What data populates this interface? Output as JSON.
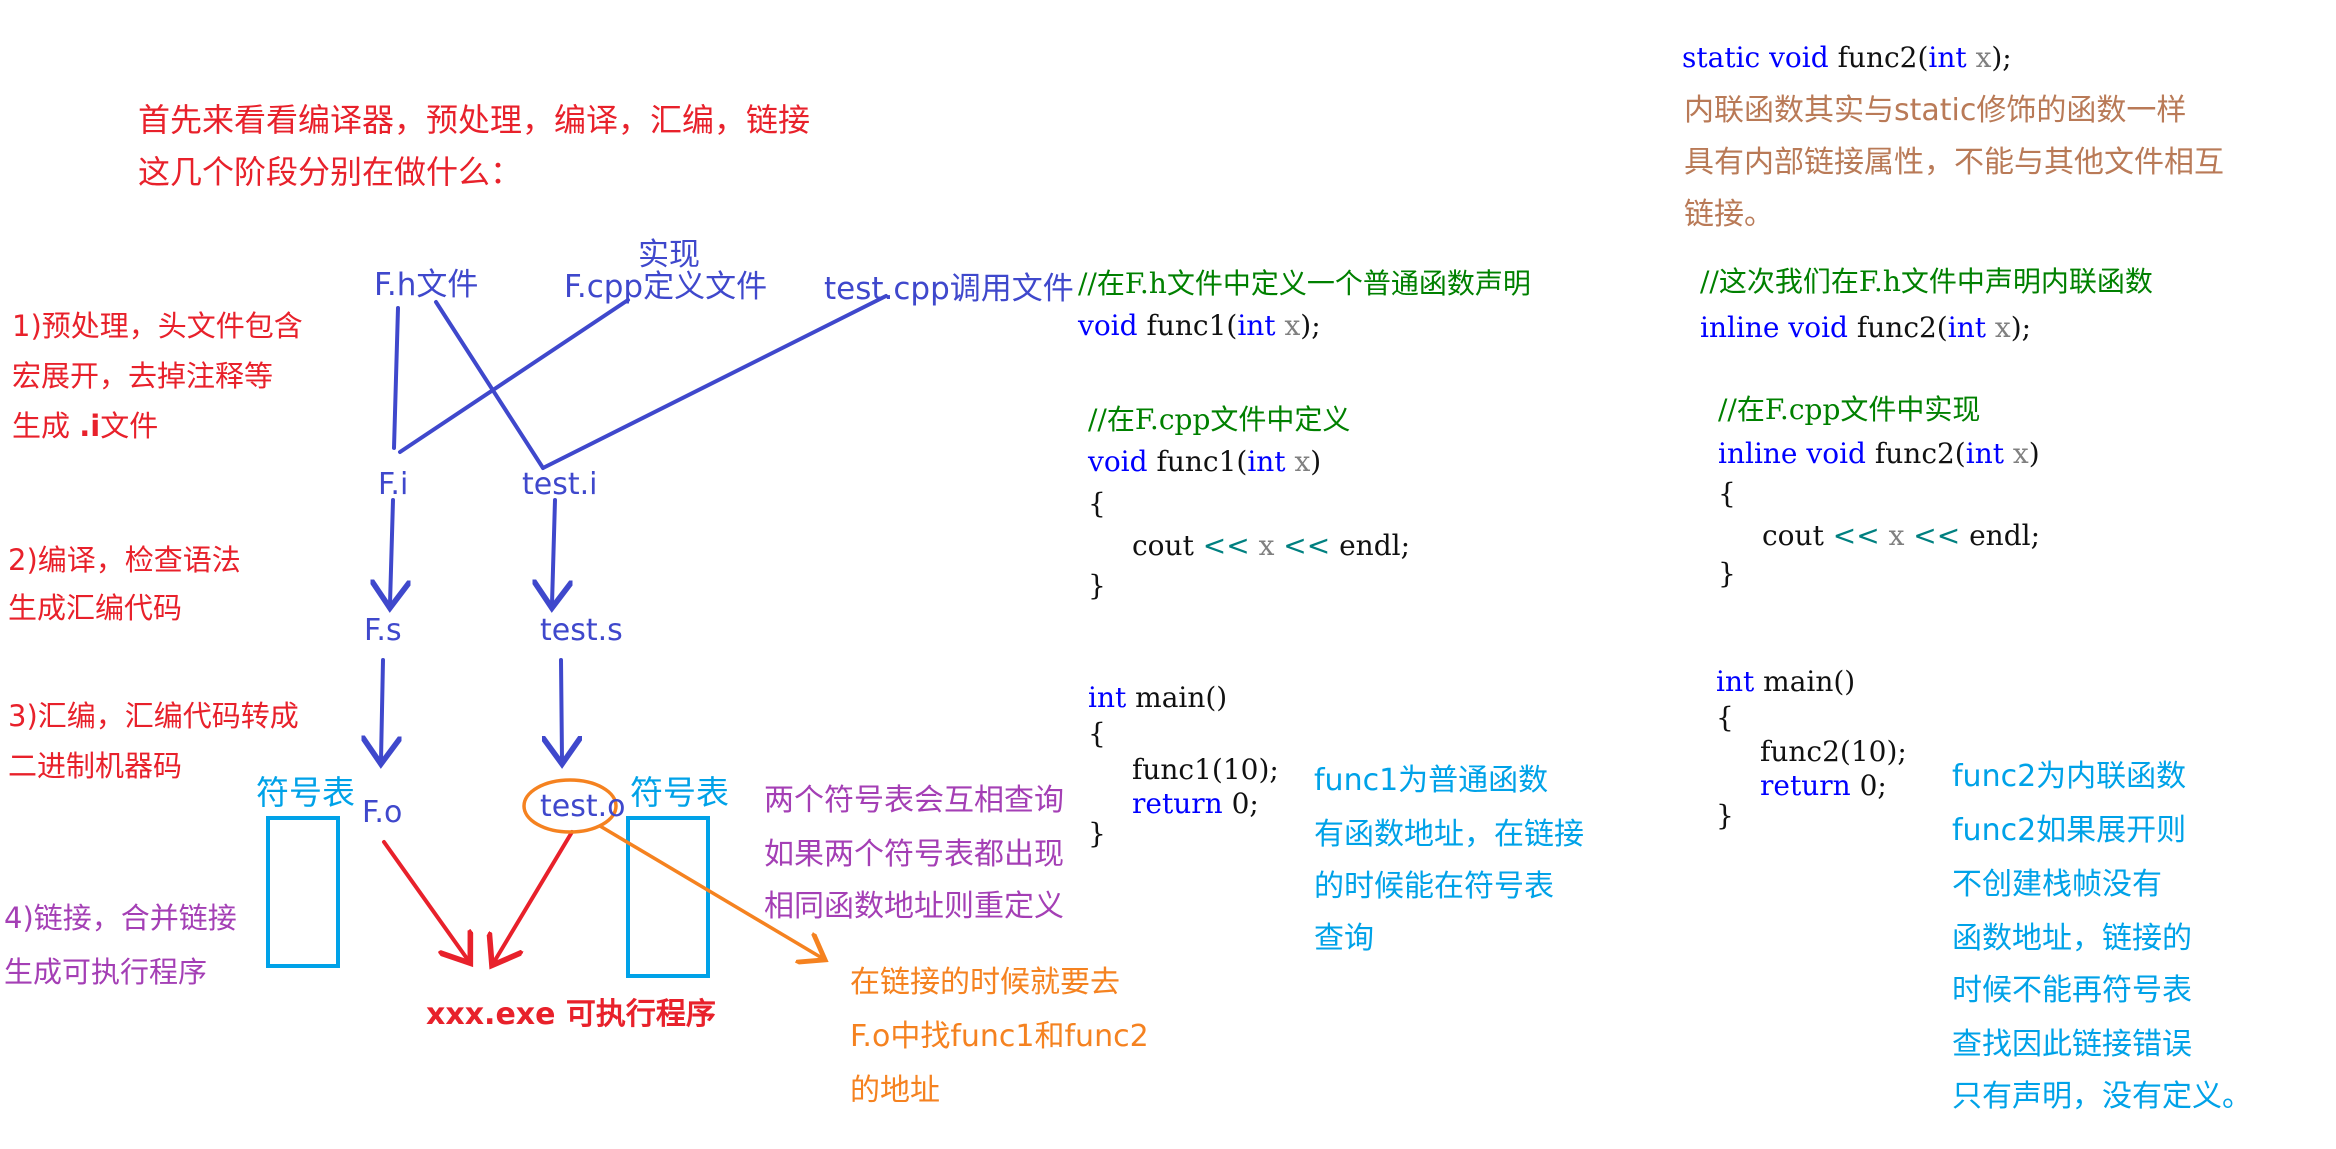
{
  "intro": {
    "line1": "首先来看看编译器，预处理，编译，汇编，链接",
    "line2": "这几个阶段分别在做什么："
  },
  "stages": {
    "pre1": "1)预处理，头文件包含",
    "pre2": "宏展开，去掉注释等",
    "pre3a": "生成 ",
    "pre3b": ".i",
    "pre3c": "文件",
    "compile1": "2)编译，检查语法",
    "compile2": "生成汇编代码",
    "asm1": "3)汇编，汇编代码转成",
    "asm2": "二进制机器码",
    "link1": "4)链接，合并链接",
    "link2": "生成可执行程序"
  },
  "files": {
    "fh": "F.h文件",
    "impl": "实现",
    "fcpp": "F.cpp定义文件",
    "testcpp": "test.cpp调用文件",
    "fi": "F.i",
    "testi": "test.i",
    "fs": "F.s",
    "tests": "test.s",
    "fo": "F.o",
    "testo": "test.o",
    "symtab_left": "符号表",
    "symtab_right": "符号表"
  },
  "exe": "xxx.exe 可执行程序",
  "symbol_note": {
    "l1": "两个符号表会互相查询",
    "l2": "如果两个符号表都出现",
    "l3": "相同函数地址则重定义"
  },
  "link_note": {
    "l1": "在链接的时候就要去",
    "l2": "F.o中找func1和func2",
    "l3": "的地址"
  },
  "func1_note": {
    "l1": "func1为普通函数",
    "l2": "有函数地址，在链接",
    "l3": "的时候能在符号表",
    "l4": "查询"
  },
  "func2_note": {
    "l1": "func2为内联函数",
    "l2": "func2如果展开则",
    "l3": "不创建栈帧没有",
    "l4": "函数地址，链接的",
    "l5": "时候不能再符号表",
    "l6": "查找因此链接错误",
    "l7": "只有声明，没有定义。"
  },
  "static_note": {
    "code_static": "static",
    "code_void": "void",
    "code_name": " func2(",
    "code_int": "int",
    "code_x": "x",
    "code_end": ");",
    "l1": "内联函数其实与static修饰的函数一样",
    "l2": "具有内部链接属性，不能与其他文件相互",
    "l3": "链接。"
  },
  "code1": {
    "comment_h": "//在F.h文件中定义一个普通函数声明",
    "decl_name": " func1(",
    "comment_cpp": "//在F.cpp文件中定义",
    "def_name": " func1(",
    "brace_open": "{",
    "cout": "cout ",
    "shl": "<<",
    "endl": " endl;",
    "brace_close": "}",
    "main": " main()",
    "call": "func1(10);",
    "return_kw": "return",
    "return_val": " 0;"
  },
  "code2": {
    "comment_h": "//这次我们在F.h文件中声明内联函数",
    "inline_kw": "inline",
    "decl_name": " func2(",
    "comment_cpp": "//在F.cpp文件中实现",
    "def_name": " func2(",
    "brace_open": "{",
    "cout": "cout ",
    "shl": "<<",
    "endl": " endl;",
    "brace_close": "}",
    "main": " main()",
    "call": "func2(10);",
    "return_kw": "return",
    "return_val": " 0;"
  },
  "keywords": {
    "void": "void",
    "int": "int",
    "x": "x",
    "close_decl": ");",
    "close_def": ")"
  },
  "colors": {
    "red": "#e8212b",
    "purple": "#a43fb5",
    "blue": "#3f48cc",
    "cyan": "#00a2e8",
    "orange": "#f58220",
    "brown": "#b97a57",
    "keyword": "#0000ff",
    "comment": "#008000"
  }
}
